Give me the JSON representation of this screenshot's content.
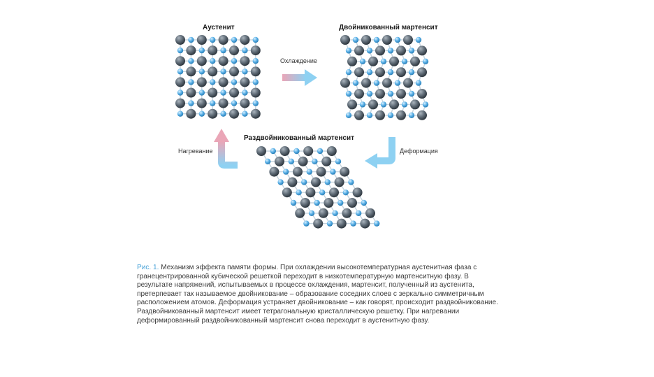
{
  "titles": {
    "austenite": "Аустенит",
    "twinned_martensite": "Двойникованный мартенсит",
    "detwinned_martensite": "Раздвойникованный мартенсит"
  },
  "arrow_labels": {
    "cooling": "Охлаждение",
    "heating": "Нагревание",
    "deformation": "Деформация"
  },
  "colors": {
    "large_atom": "#5f6b76",
    "small_atom": "#5ab0e6",
    "bond": "#c6d4de",
    "arrow_warm": "#e8a3b3",
    "arrow_cool": "#8fd0f0",
    "caption_accent": "#4aa3d8"
  },
  "caption": {
    "figure_label": "Рис. 1.",
    "text": " Механизм эффекта памяти формы. При охлаждении высокотемпературная аустенитная фаза с гранецентрированной кубической решеткой переходит в низкотемпературную мартенситную фазу. В результате напряжений, испытываемых в процессе охлаждения, мартенсит, полученный из аустенита, претерпевает так называемое двойникование – образование соседних слоев с зеркально симметричным расположением атомов. Деформация устраняет двойникование – как говорят, происходит раздвойникование. Раздвойникованный мартенсит имеет тетрагональную кристаллическую решетку. При нагревании деформированный раздвойникованный мартенсит снова переходит в аустенитную фазу."
  }
}
